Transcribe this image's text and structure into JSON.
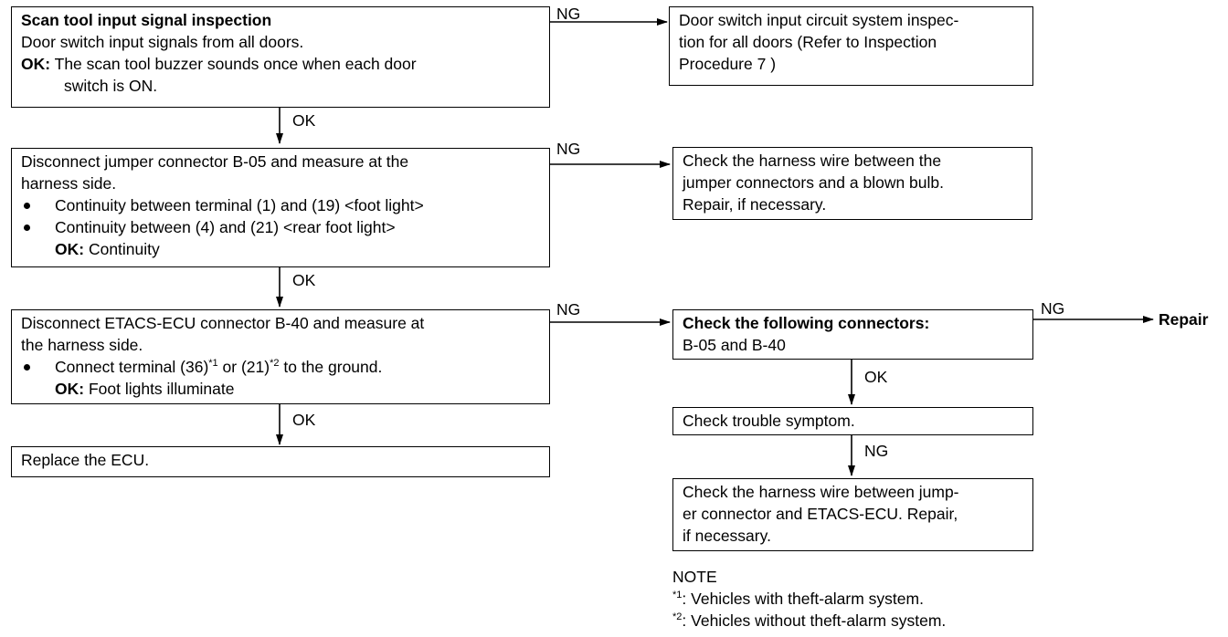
{
  "boxes": {
    "scan": {
      "title": "Scan tool input signal inspection",
      "line1": "Door switch input signals from all doors.",
      "ok_label": "OK:",
      "ok_text": "The scan tool buzzer sounds once when each door",
      "ok_text2": "switch is ON."
    },
    "door_switch": {
      "line1": "Door switch input circuit system inspec-",
      "line2": "tion for all doors (Refer to Inspection",
      "line3": "Procedure 7 )"
    },
    "jumper": {
      "line1": "Disconnect jumper connector B-05 and measure at the",
      "line2": "harness side.",
      "bullet1": "Continuity between terminal (1) and (19) <foot light>",
      "bullet2": "Continuity between (4) and (21) <rear foot light>",
      "ok_label": "OK:",
      "ok_text": "Continuity"
    },
    "harness1": {
      "line1": "Check the harness wire between the",
      "line2": "jumper connectors and a blown bulb.",
      "line3": "Repair, if necessary."
    },
    "etacs": {
      "line1": "Disconnect ETACS-ECU connector B-40 and measure at",
      "line2": "the harness side.",
      "bullet_a": "Connect terminal (36)",
      "sup1": "*1",
      "bullet_b": " or (21)",
      "sup2": "*2",
      "bullet_c": " to the ground.",
      "ok_label": "OK:",
      "ok_text": "Foot lights illuminate"
    },
    "replace": {
      "line1": "Replace the ECU."
    },
    "connectors": {
      "title": "Check the following connectors:",
      "line2": "B-05 and B-40"
    },
    "trouble": {
      "line1": "Check trouble symptom."
    },
    "harness2": {
      "line1": "Check the harness wire between jump-",
      "line2": "er connector and ETACS-ECU. Repair,",
      "line3": "if necessary."
    }
  },
  "labels": {
    "ng1": "NG",
    "ng2": "NG",
    "ng3": "NG",
    "ng4": "NG",
    "ng5": "NG",
    "ok1": "OK",
    "ok2": "OK",
    "ok3": "OK",
    "ok4": "OK",
    "repair": "Repair"
  },
  "note": {
    "title": "NOTE",
    "n1_mark": "*1",
    "n1_text": ": Vehicles with theft-alarm system.",
    "n2_mark": "*2",
    "n2_text": ": Vehicles without theft-alarm system."
  }
}
